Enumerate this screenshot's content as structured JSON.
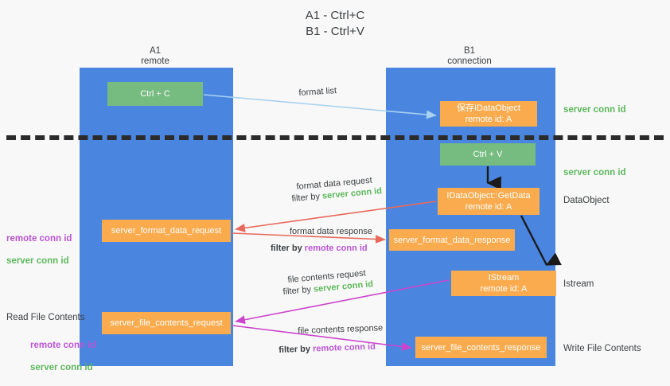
{
  "title": "A1 - Ctrl+C\nB1 - Ctrl+V",
  "columns": {
    "a1": {
      "name": "A1",
      "sub": "remote",
      "label": "A1\nremote"
    },
    "b1": {
      "name": "B1",
      "sub": "connection",
      "label": "B1\nconnection"
    }
  },
  "boxes": {
    "ctrl_c": "Ctrl + C",
    "save_idataobject": "保存IDataObject\nremote id: A",
    "ctrl_v": "Ctrl + V",
    "getdata": "IDataObject::GetData\nremote id: A",
    "server_format_data_request": "server_format_data_request",
    "server_format_data_response": "server_format_data_response",
    "istream": "IStream\nremote id: A",
    "server_file_contents_request": "server_file_contents_request",
    "server_file_contents_response": "server_file_contents_response"
  },
  "flow_labels": {
    "format_list": "format list",
    "format_data_request": "format data request",
    "filter_by": "filter by",
    "format_data_response": "format data response",
    "file_contents_request": "file contents request",
    "file_contents_response": "file contents response",
    "server_conn_id": "server conn id",
    "remote_conn_id": "remote conn id"
  },
  "side_labels": {
    "server_conn_id": "server conn id",
    "remote_conn_id": "remote conn id",
    "dataobject": "DataObject",
    "istream": "Istream",
    "write_file_contents": "Write File Contents",
    "read_file_contents": "Read File Contents"
  },
  "colors": {
    "lane": "#4a86e0",
    "green_box": "#76bb7f",
    "orange_box": "#f9ab4e",
    "server_conn_id": "#5cb85c",
    "remote_conn_id": "#bb54d4",
    "arrow_blue": "#a8d2f0",
    "arrow_red": "#e8695b",
    "arrow_magenta": "#cc44cc",
    "arrow_black": "#1a1a1a",
    "divider": "#2b2b2b",
    "background": "#f8f8f8"
  }
}
